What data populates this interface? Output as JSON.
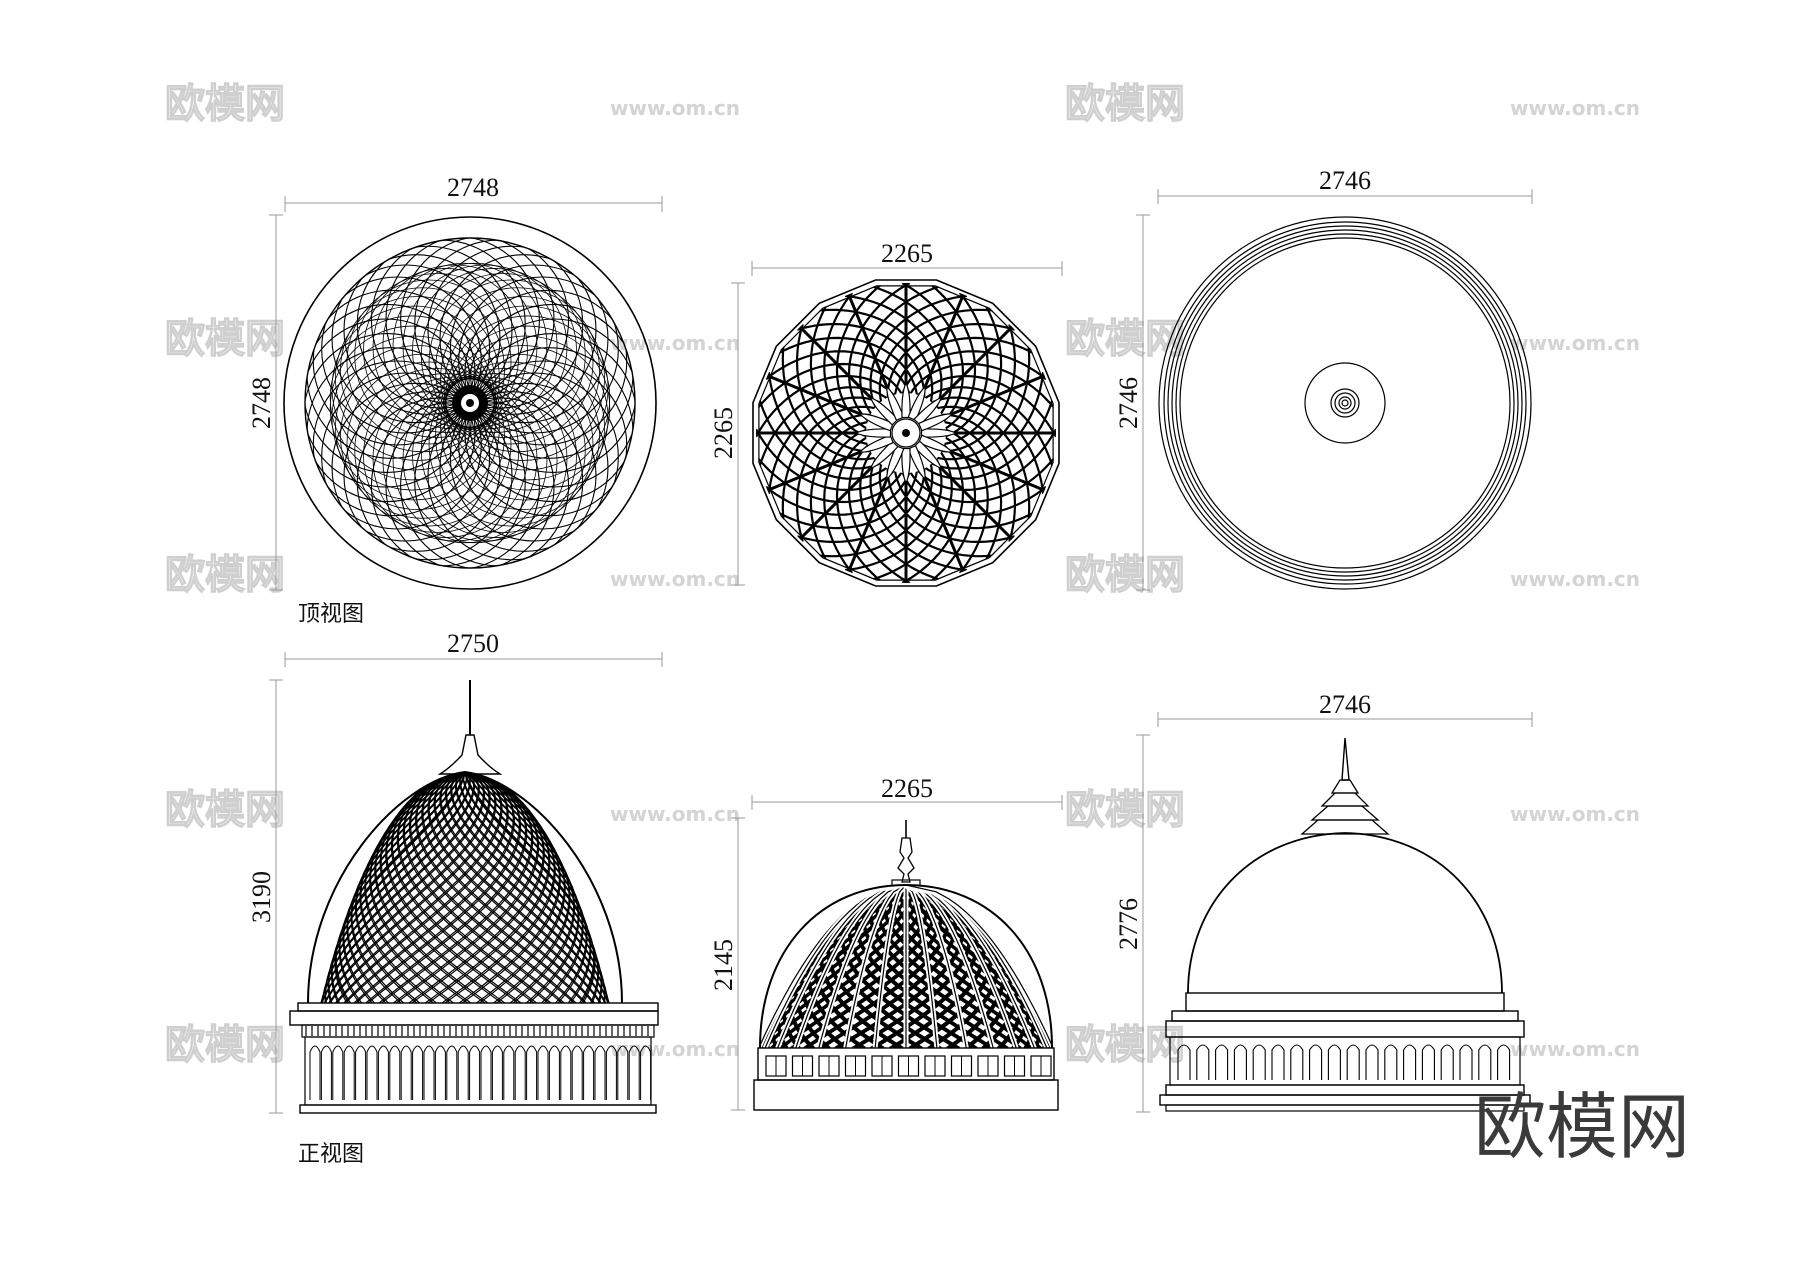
{
  "watermarks": {
    "brand_cn": "欧模网",
    "url": "www.om.cn"
  },
  "brand_logo": "欧模网",
  "labels": {
    "top_view": "顶视图",
    "front_view": "正视图"
  },
  "dims": {
    "tl_w": "2748",
    "tl_h": "2748",
    "tm_w": "2265",
    "tm_h": "2265",
    "tr_w": "2746",
    "tr_h": "2746",
    "bl_w": "2750",
    "bl_h": "3190",
    "bm_w": "2265",
    "bm_h": "2145",
    "br_w": "2746",
    "br_h": "2776"
  }
}
